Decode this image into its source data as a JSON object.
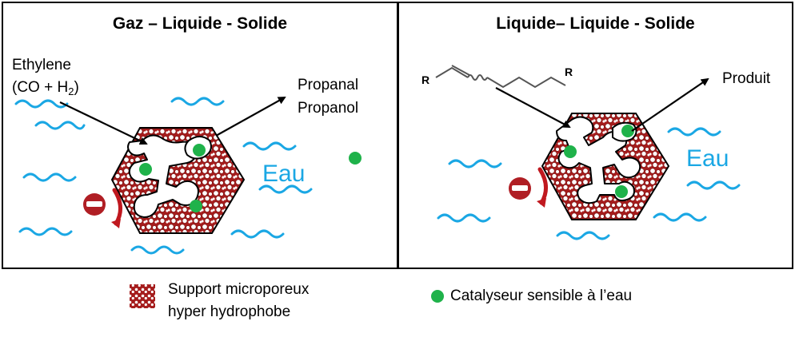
{
  "left_panel": {
    "title": "Gaz – Liquide - Solide",
    "reactant_line1": "Ethylene",
    "reactant_line2_prefix": "(CO + H",
    "reactant_line2_sub": "2",
    "reactant_line2_suffix": ")",
    "product_line1": "Propanal",
    "product_line2": "Propanol",
    "water_label": "Eau"
  },
  "right_panel": {
    "title": "Liquide– Liquide - Solide",
    "reactant_label": "R",
    "reactant_label_end": "R",
    "product_label": "Produit",
    "water_label": "Eau"
  },
  "legend": {
    "support_line1": "Support microporeux",
    "support_line2": "hyper hydrophobe",
    "catalyst_label": "Catalyseur sensible à l’eau"
  },
  "colors": {
    "water": "#1aa7e4",
    "support": "#a51c1c",
    "catalyst": "#1fb24a",
    "forbidden": "#b01e24"
  }
}
